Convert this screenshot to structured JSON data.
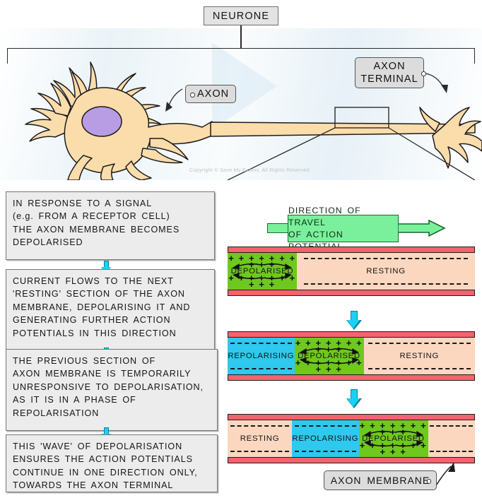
{
  "diagram": {
    "neurone": {
      "title": "NEURONE",
      "axon_label": "AXON",
      "axon_terminal_label_line1": "AXON",
      "axon_terminal_label_line2": "TERMINAL",
      "copyright": "Copyright © Save My Exams. All Rights Reserved"
    },
    "steps": [
      {
        "id": "step-1",
        "lines": [
          "IN RESPONSE TO A SIGNAL",
          "(e.g. FROM A RECEPTOR CELL)",
          "THE AXON MEMBRANE BECOMES",
          "DEPOLARISED"
        ]
      },
      {
        "id": "step-2",
        "lines": [
          "CURRENT FLOWS TO THE NEXT",
          "'RESTING' SECTION OF THE AXON",
          "MEMBRANE, DEPOLARISING IT AND",
          "GENERATING FURTHER ACTION",
          "POTENTIALS IN THIS DIRECTION"
        ]
      },
      {
        "id": "step-3",
        "lines": [
          "THE PREVIOUS SECTION OF",
          "AXON MEMBRANE IS TEMPORARILY",
          "UNRESPONSIVE TO DEPOLARISATION,",
          "AS IT IS IN A PHASE OF",
          "REPOLARISATION"
        ]
      },
      {
        "id": "step-4",
        "lines": [
          "THIS 'WAVE' OF DEPOLARISATION",
          "ENSURES THE ACTION POTENTIALS",
          "CONTINUE IN ONE DIRECTION ONLY,",
          "TOWARDS THE AXON TERMINAL"
        ]
      }
    ],
    "direction_banner": {
      "line1": "DIRECTION OF TRAVEL",
      "line2": "OF ACTION POTENTIAL"
    },
    "membrane_label": "AXON MEMBRANE",
    "charge_positive": "+ + + + + + + + + +",
    "membranes": [
      {
        "id": "membrane-stage-1",
        "segments": [
          {
            "state": "depol",
            "label": "DEPOLARISED",
            "width_pct": 28,
            "charge": "positive"
          },
          {
            "state": "resting",
            "label": "RESTING",
            "width_pct": 72,
            "charge": "negative"
          }
        ]
      },
      {
        "id": "membrane-stage-2",
        "segments": [
          {
            "state": "repol",
            "label": "REPOLARISING",
            "width_pct": 27,
            "charge": "negative"
          },
          {
            "state": "depol",
            "label": "DEPOLARISED",
            "width_pct": 28,
            "charge": "positive"
          },
          {
            "state": "resting",
            "label": "RESTING",
            "width_pct": 45,
            "charge": "negative"
          }
        ]
      },
      {
        "id": "membrane-stage-3",
        "segments": [
          {
            "state": "resting",
            "label": "RESTING",
            "width_pct": 26,
            "charge": "negative"
          },
          {
            "state": "repol",
            "label": "REPOLARISING",
            "width_pct": 27,
            "charge": "negative"
          },
          {
            "state": "depol",
            "label": "DEPOLARISED",
            "width_pct": 28,
            "charge": "positive"
          },
          {
            "state": "resting",
            "label": "",
            "width_pct": 19,
            "charge": "negative"
          }
        ]
      }
    ],
    "colors": {
      "resting": "#fcd7c0",
      "repolarising": "#2fc8ee",
      "depolarised": "#6fc81e",
      "membrane_bar": "#f4626e",
      "direction_banner": "#7af09c",
      "flow_arrow": "#19d2f5",
      "callout_box": "#dcdcdc",
      "step_box": "#ececec",
      "soma": "#fbdcab",
      "nucleus": "#b89de4"
    }
  }
}
